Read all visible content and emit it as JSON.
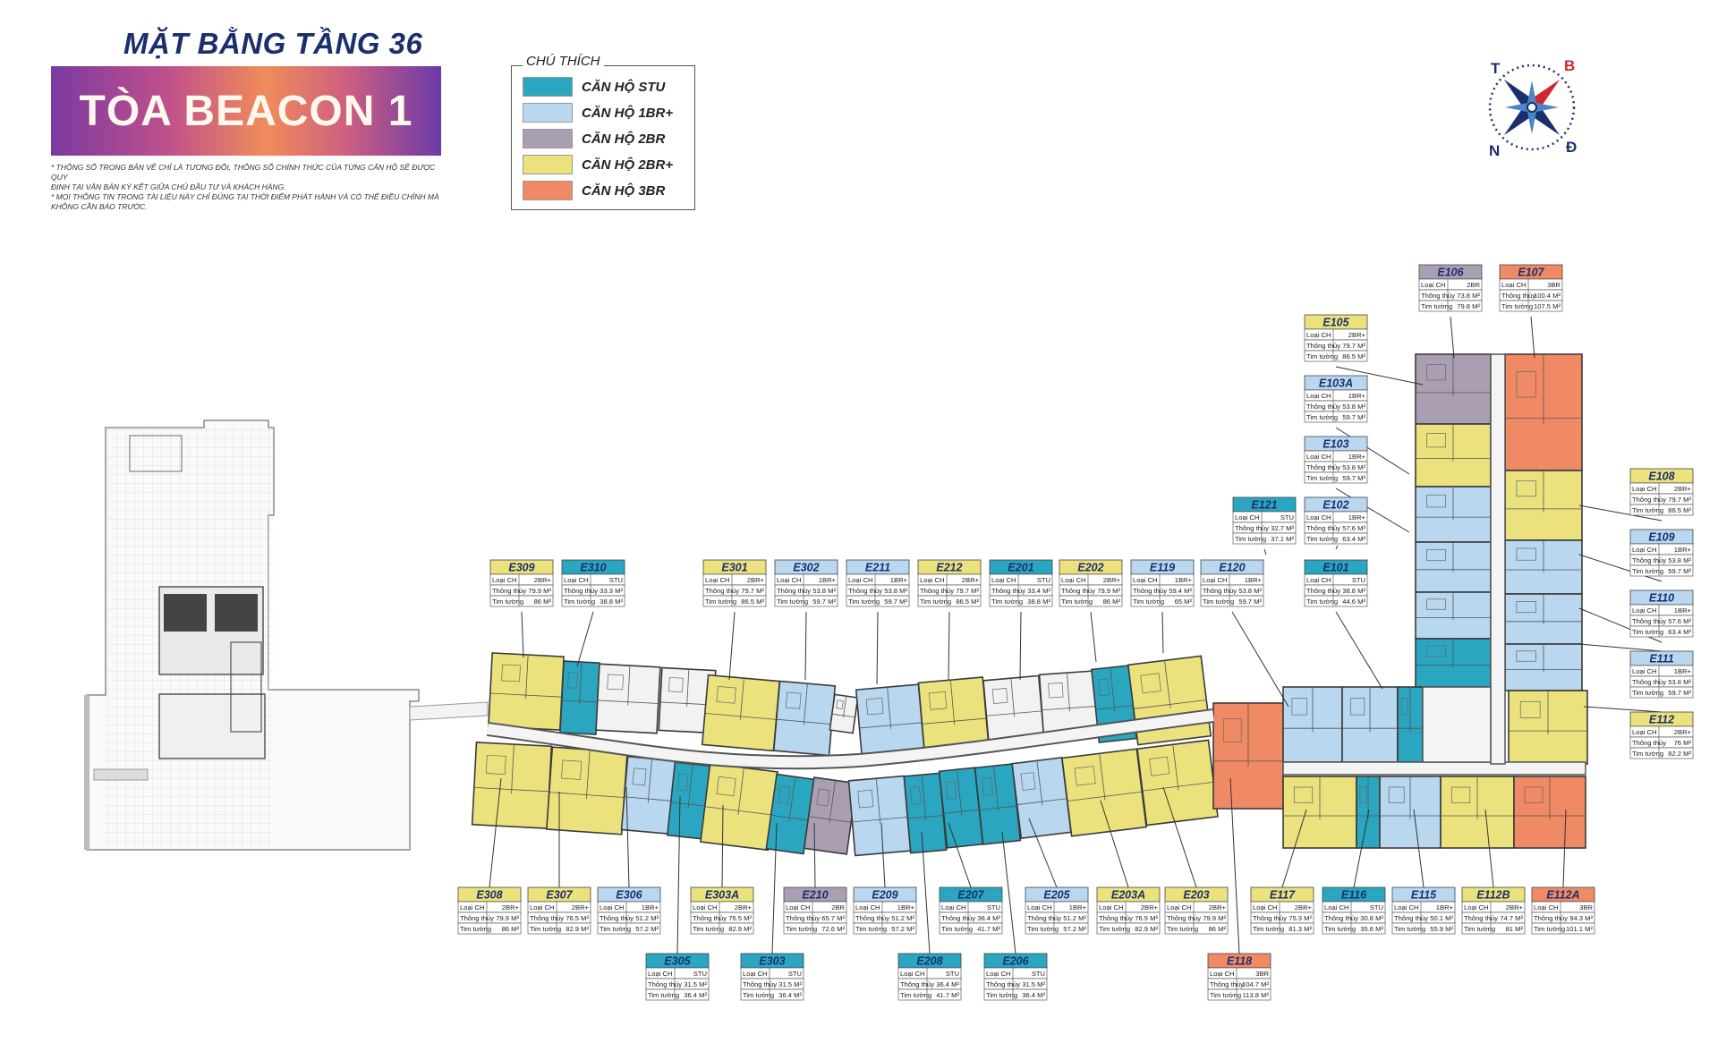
{
  "title": "MẶT BẰNG TẦNG 36",
  "banner": "TÒA BEACON 1",
  "notes": [
    "* THÔNG SỐ TRONG BẢN VẼ CHỈ LÀ TƯƠNG ĐỐI, THÔNG SỐ CHÍNH THỨC CỦA TỪNG CĂN HỘ SẼ ĐƯỢC QUY",
    "ĐỊNH TẠI VĂN BẢN KÝ KẾT GIỮA CHỦ ĐẦU TƯ VÀ KHÁCH HÀNG.",
    "* MỌI THÔNG TIN TRONG TÀI LIỆU NÀY CHỈ ĐÚNG TẠI THỜI ĐIỂM PHÁT HÀNH VÀ CÓ THỂ ĐIỀU CHỈNH MÀ",
    "KHÔNG CẦN BÁO TRƯỚC."
  ],
  "legend": {
    "title": "CHÚ THÍCH",
    "items": [
      {
        "label": "CĂN HỘ STU",
        "color": "#2aa6c0"
      },
      {
        "label": "CĂN HỘ 1BR+",
        "color": "#b9d7ef"
      },
      {
        "label": "CĂN HỘ 2BR",
        "color": "#aa9fb2"
      },
      {
        "label": "CĂN HỘ 2BR+",
        "color": "#ebe27e"
      },
      {
        "label": "CĂN HỘ 3BR",
        "color": "#f08a64"
      }
    ]
  },
  "compass": {
    "n": "T",
    "e": "B",
    "s": "Đ",
    "w": "N"
  },
  "row_labels": [
    "Loại CH",
    "Thông thủy",
    "Tim tường"
  ],
  "units": [
    {
      "code": "E309",
      "type": "2BR+",
      "tt": "79.9 M²",
      "tim": "86 M²"
    },
    {
      "code": "E310",
      "type": "STU",
      "tt": "33.3 M²",
      "tim": "38.8 M²"
    },
    {
      "code": "E301",
      "type": "2BR+",
      "tt": "79.7 M²",
      "tim": "86.5 M²"
    },
    {
      "code": "E302",
      "type": "1BR+",
      "tt": "53.8 M²",
      "tim": "59.7 M²"
    },
    {
      "code": "E211",
      "type": "1BR+",
      "tt": "53.8 M²",
      "tim": "59.7 M²"
    },
    {
      "code": "E212",
      "type": "2BR+",
      "tt": "79.7 M²",
      "tim": "86.5 M²"
    },
    {
      "code": "E201",
      "type": "STU",
      "tt": "33.4 M²",
      "tim": "38.8 M²"
    },
    {
      "code": "E202",
      "type": "2BR+",
      "tt": "79.9 M²",
      "tim": "86 M²"
    },
    {
      "code": "E119",
      "type": "1BR+",
      "tt": "59.4 M²",
      "tim": "65 M²"
    },
    {
      "code": "E120",
      "type": "1BR+",
      "tt": "53.8 M²",
      "tim": "59.7 M²"
    },
    {
      "code": "E121",
      "type": "STU",
      "tt": "32.7 M²",
      "tim": "37.1 M²"
    },
    {
      "code": "E102",
      "type": "1BR+",
      "tt": "57.6 M²",
      "tim": "63.4 M²"
    },
    {
      "code": "E101",
      "type": "STU",
      "tt": "38.8 M²",
      "tim": "44.6 M²"
    },
    {
      "code": "E103",
      "type": "1BR+",
      "tt": "53.8 M²",
      "tim": "59.7 M²"
    },
    {
      "code": "E103A",
      "type": "1BR+",
      "tt": "53.8 M²",
      "tim": "59.7 M²"
    },
    {
      "code": "E105",
      "type": "2BR+",
      "tt": "79.7 M²",
      "tim": "86.5 M²"
    },
    {
      "code": "E106",
      "type": "2BR",
      "tt": "73.8 M²",
      "tim": "79.8 M²"
    },
    {
      "code": "E107",
      "type": "3BR",
      "tt": "100.4 M²",
      "tim": "107.5 M²"
    },
    {
      "code": "E108",
      "type": "2BR+",
      "tt": "79.7 M²",
      "tim": "86.5 M²"
    },
    {
      "code": "E109",
      "type": "1BR+",
      "tt": "53.8 M²",
      "tim": "59.7 M²"
    },
    {
      "code": "E110",
      "type": "1BR+",
      "tt": "57.6 M²",
      "tim": "63.4 M²"
    },
    {
      "code": "E111",
      "type": "1BR+",
      "tt": "53.8 M²",
      "tim": "59.7 M²"
    },
    {
      "code": "E112",
      "type": "2BR+",
      "tt": "76 M²",
      "tim": "82.2 M²"
    },
    {
      "code": "E308",
      "type": "2BR+",
      "tt": "79.9 M²",
      "tim": "86 M²"
    },
    {
      "code": "E307",
      "type": "2BR+",
      "tt": "76.5 M²",
      "tim": "82.9 M²"
    },
    {
      "code": "E306",
      "type": "1BR+",
      "tt": "51.2 M²",
      "tim": "57.2 M²"
    },
    {
      "code": "E303A",
      "type": "2BR+",
      "tt": "76.5 M²",
      "tim": "82.9 M²"
    },
    {
      "code": "E210",
      "type": "2BR",
      "tt": "65.7 M²",
      "tim": "72.6 M²"
    },
    {
      "code": "E209",
      "type": "1BR+",
      "tt": "51.2 M²",
      "tim": "57.2 M²"
    },
    {
      "code": "E207",
      "type": "STU",
      "tt": "36.4 M²",
      "tim": "41.7 M²"
    },
    {
      "code": "E205",
      "type": "1BR+",
      "tt": "51.2 M²",
      "tim": "57.2 M²"
    },
    {
      "code": "E203A",
      "type": "2BR+",
      "tt": "76.5 M²",
      "tim": "82.9 M²"
    },
    {
      "code": "E203",
      "type": "2BR+",
      "tt": "79.9 M²",
      "tim": "86 M²"
    },
    {
      "code": "E117",
      "type": "2BR+",
      "tt": "75.3 M²",
      "tim": "81.3 M²"
    },
    {
      "code": "E116",
      "type": "STU",
      "tt": "30.8 M²",
      "tim": "35.6 M²"
    },
    {
      "code": "E115",
      "type": "1BR+",
      "tt": "50.1 M²",
      "tim": "55.9 M²"
    },
    {
      "code": "E112B",
      "type": "2BR+",
      "tt": "74.7 M²",
      "tim": "81 M²"
    },
    {
      "code": "E112A",
      "type": "3BR",
      "tt": "94.3 M²",
      "tim": "101.1 M²"
    },
    {
      "code": "E305",
      "type": "STU",
      "tt": "31.5 M²",
      "tim": "36.4 M²"
    },
    {
      "code": "E303",
      "type": "STU",
      "tt": "31.5 M²",
      "tim": "36.4 M²"
    },
    {
      "code": "E208",
      "type": "STU",
      "tt": "36.4 M²",
      "tim": "41.7 M²"
    },
    {
      "code": "E206",
      "type": "STU",
      "tt": "31.5 M²",
      "tim": "36.4 M²"
    },
    {
      "code": "E118",
      "type": "3BR",
      "tt": "104.7 M²",
      "tim": "113.8 M²"
    }
  ]
}
